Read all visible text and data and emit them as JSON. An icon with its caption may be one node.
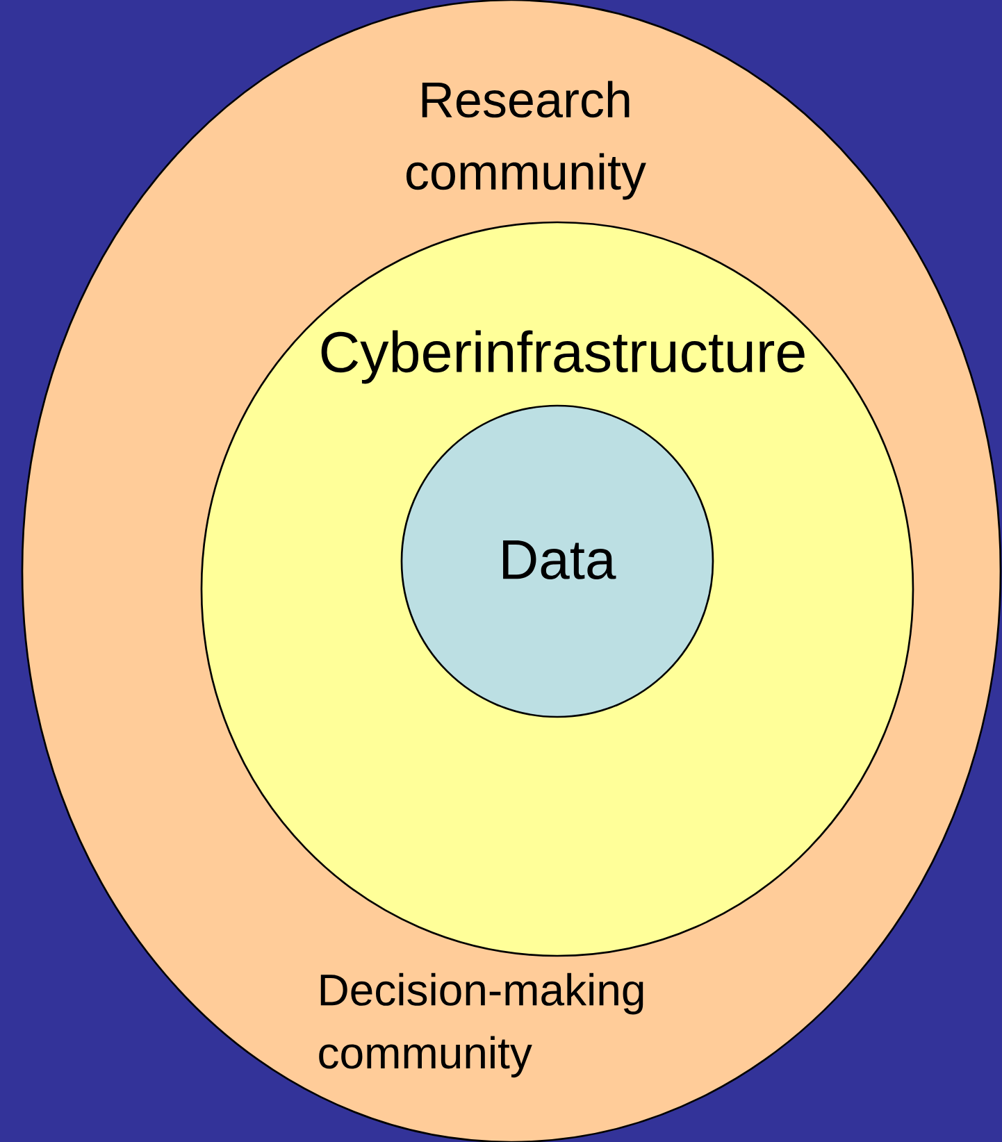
{
  "diagram": {
    "nodes": [
      {
        "text": [
          "Research community",
          "Decision-making community"
        ]
      },
      {
        "text": [
          "Cyberinfrastructure"
        ],
        "in": 0
      },
      {
        "text": [
          "Data"
        ],
        "in": 1
      }
    ]
  }
}
